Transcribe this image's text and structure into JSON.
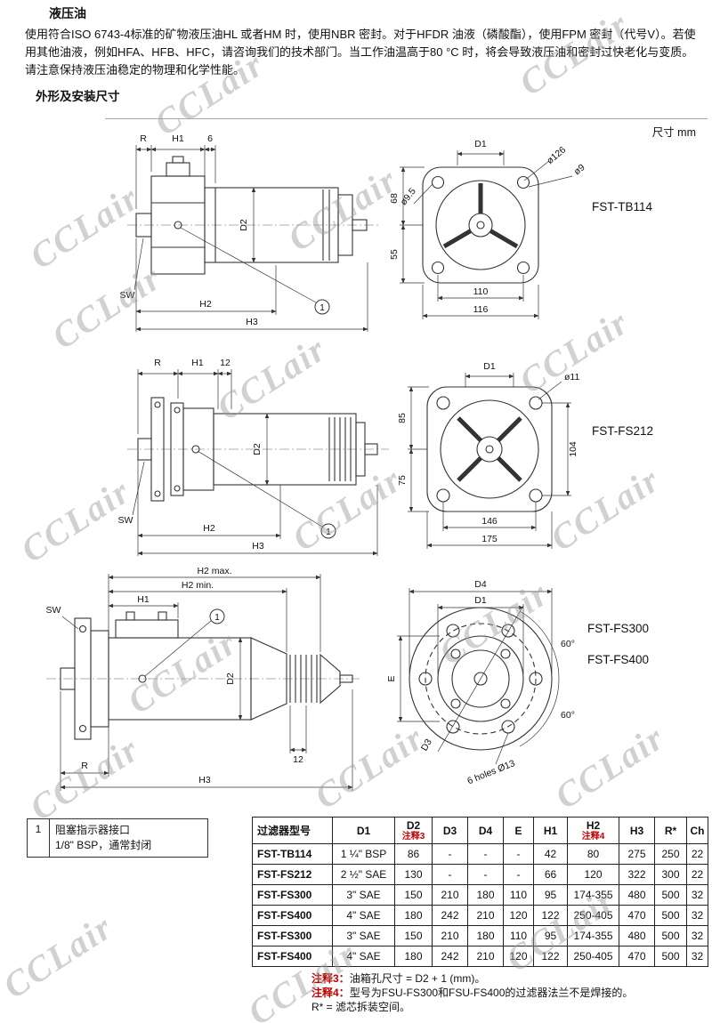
{
  "page": {
    "title": "液压油",
    "paragraph1": "使用符合ISO 6743-4标准的矿物液压油HL 或者HM 时，使用NBR 密封。对于HFDR 油液（磷酸酯），使用FPM 密封（代号V）。若使用其他油液，例如HFA、HFB、HFC，请咨询我们的技术部门。当工作油温高于80 °C 时，将会导致液压油和密封过快老化与变质。",
    "paragraph2": "请注意保持液压油稳定的物理和化学性能。",
    "section_title": "外形及安装尺寸",
    "units_label": "尺寸  mm"
  },
  "watermark": {
    "text": "CCLair"
  },
  "drawings": {
    "tb114": {
      "model": "FST-TB114",
      "dims": {
        "r": "R",
        "h1": "H1",
        "six": "6",
        "d2": "D2",
        "sw": "SW",
        "h2": "H2",
        "h3": "H3",
        "callout": "1",
        "d1": "D1",
        "dia126": "ø126",
        "dia9": "ø9",
        "dia95": "ø9.5",
        "v68": "68",
        "v55": "55",
        "b110": "110",
        "b116": "116"
      }
    },
    "fs212": {
      "model": "FST-FS212",
      "dims": {
        "r": "R",
        "h1": "H1",
        "twelve": "12",
        "d2": "D2",
        "sw": "SW",
        "h2": "H2",
        "h3": "H3",
        "callout": "1",
        "d1": "D1",
        "dia11": "ø11",
        "v85": "85",
        "v75": "75",
        "v104": "104",
        "b146": "146",
        "b175": "175"
      }
    },
    "fs300400": {
      "model1": "FST-FS300",
      "model2": "FST-FS400",
      "dims": {
        "h2max": "H2 max.",
        "h2min": "H2 min.",
        "h1": "H1",
        "sw": "SW",
        "callout": "1",
        "d2": "D2",
        "twelve": "12",
        "r": "R",
        "h3": "H3",
        "d4": "D4",
        "d1": "D1",
        "e": "E",
        "deg1": "60°",
        "deg2": "60°",
        "d3": "D3",
        "holes": "6 holes Ø13"
      }
    }
  },
  "note_box": {
    "number": "1",
    "line1": "阻塞指示器接口",
    "line2": "1/8\" BSP，通常封闭"
  },
  "table": {
    "headers": [
      {
        "label": "过滤器型号",
        "note": ""
      },
      {
        "label": "D1",
        "note": ""
      },
      {
        "label": "D2",
        "note": "注释3"
      },
      {
        "label": "D3",
        "note": ""
      },
      {
        "label": "D4",
        "note": ""
      },
      {
        "label": "E",
        "note": ""
      },
      {
        "label": "H1",
        "note": ""
      },
      {
        "label": "H2",
        "note": "注释4"
      },
      {
        "label": "H3",
        "note": ""
      },
      {
        "label": "R*",
        "note": ""
      },
      {
        "label": "Ch",
        "note": ""
      }
    ],
    "rows": [
      [
        "FST-TB114",
        "1 ¼\" BSP",
        "86",
        "-",
        "-",
        "-",
        "42",
        "80",
        "275",
        "250",
        "22"
      ],
      [
        "FST-FS212",
        "2 ½\" SAE",
        "130",
        "-",
        "-",
        "-",
        "66",
        "120",
        "322",
        "300",
        "22"
      ],
      [
        "FST-FS300",
        "3\" SAE",
        "150",
        "210",
        "180",
        "110",
        "95",
        "174-355",
        "480",
        "500",
        "32"
      ],
      [
        "FST-FS400",
        "4\" SAE",
        "180",
        "242",
        "210",
        "120",
        "122",
        "250-405",
        "470",
        "500",
        "32"
      ],
      [
        "FST-FS300",
        "3\" SAE",
        "150",
        "210",
        "180",
        "110",
        "95",
        "174-355",
        "480",
        "500",
        "32"
      ],
      [
        "FST-FS400",
        "4\" SAE",
        "180",
        "242",
        "210",
        "120",
        "122",
        "250-405",
        "470",
        "500",
        "32"
      ]
    ]
  },
  "footnotes": [
    {
      "label": "注释3：",
      "text": "油箱孔尺寸 = D2 + 1 (mm)。"
    },
    {
      "label": "注释4：",
      "text": "型号为FSU-FS300和FSU-FS400的过滤器法兰不是焊接的。"
    },
    {
      "label": "",
      "text": "R* = 滤芯拆装空间。"
    }
  ]
}
